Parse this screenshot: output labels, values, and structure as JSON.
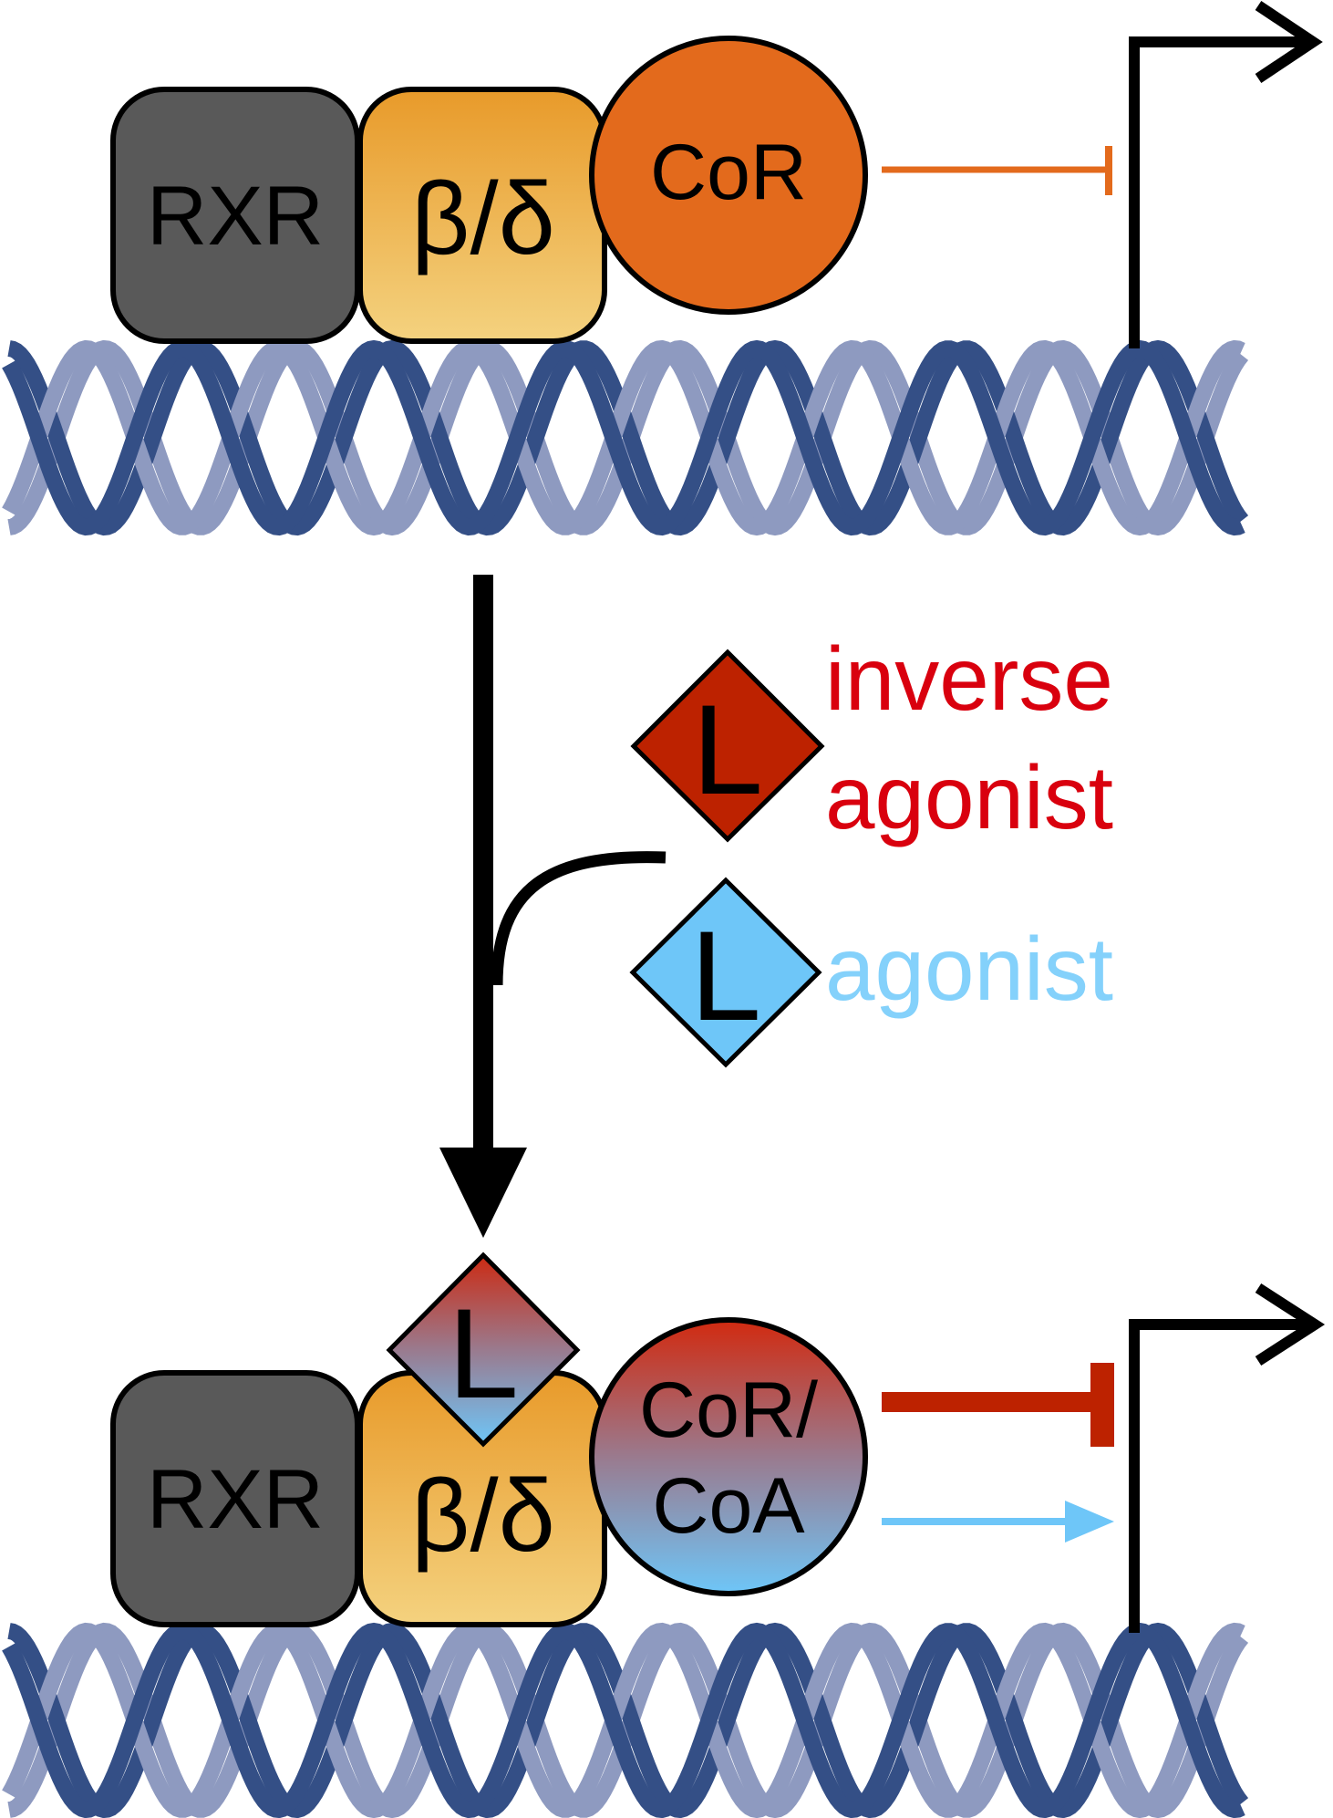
{
  "top_complex": {
    "rxr_label": "RXR",
    "ppar_label": "β/δ",
    "corepressor_label": "CoR"
  },
  "ligands": {
    "ligand_symbol": "L",
    "inverse_agonist_line1": "inverse",
    "inverse_agonist_line2": "agonist",
    "agonist_label": "agonist"
  },
  "bottom_complex": {
    "rxr_label": "RXR",
    "ppar_label": "β/δ",
    "ligand_symbol": "L",
    "coregulator_line1": "CoR/",
    "coregulator_line2": "CoA"
  },
  "colors": {
    "rxr_fill": "#595959",
    "ppar_fill_top": "#e89a2a",
    "ppar_fill_bottom": "#f4d27f",
    "corepressor_fill": "#e36a1c",
    "inverse_agonist": "#bd2200",
    "inverse_agonist_text": "#d9000e",
    "agonist": "#6ec6f8",
    "agonist_text": "#84d1fb",
    "dna_back_strand": "#8e9ac0",
    "dna_front_strand": "#344f86",
    "repression_line": "#bd2200",
    "activation_arrow": "#6ec6f8"
  }
}
